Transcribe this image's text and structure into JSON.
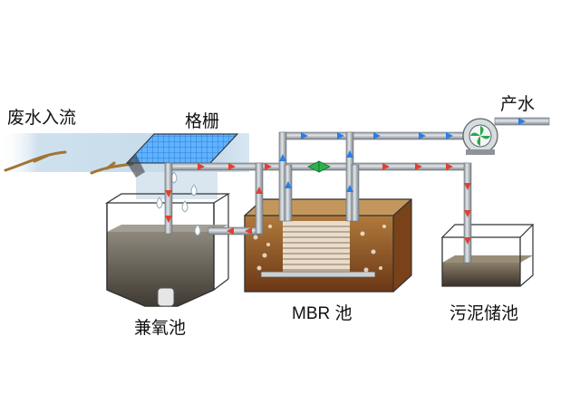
{
  "labels": {
    "inflow": "废水入流",
    "screen": "格栅",
    "effluent": "产水",
    "anoxic_tank": "兼氧池",
    "mbr_tank": "MBR 池",
    "sludge_tank": "污泥储池"
  },
  "colors": {
    "pipe": "#a9b0b6",
    "pipe_edge": "#6d747b",
    "flow_arrow_red": "#e0412f",
    "flow_arrow_blue": "#2a7ee6",
    "valve": "#2bb24c",
    "inflow_band": "#cfe1ee",
    "screen_grid": "#2f8ff0",
    "anoxic_water": "#5f5a50",
    "mbr_water": "#8a4a1f",
    "sludge": "#6a5d4c",
    "pump_fan": "#2aa84a"
  },
  "icons": [
    "fan-pump-icon",
    "valve-icon",
    "flow-arrow-icon",
    "water-drop-icon",
    "branch-icon"
  ]
}
